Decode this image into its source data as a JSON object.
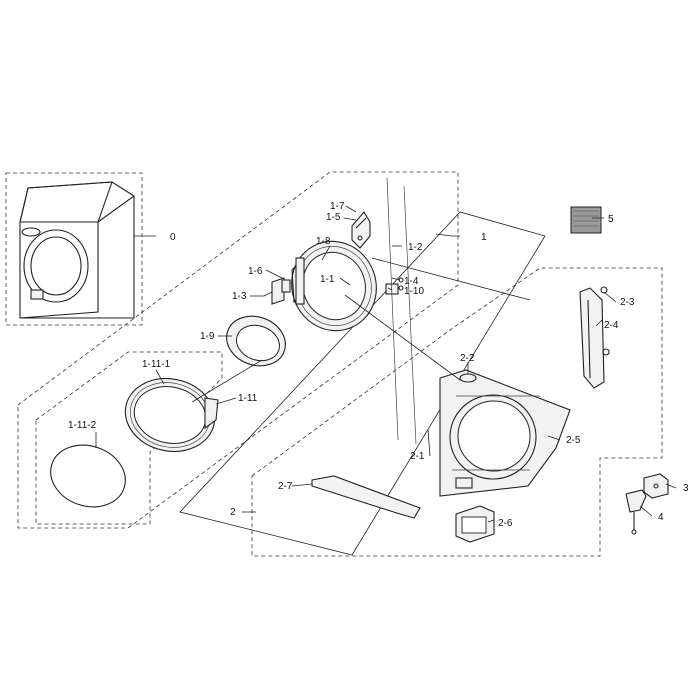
{
  "callouts": [
    {
      "id": "0",
      "text": "0"
    },
    {
      "id": "1",
      "text": "1"
    },
    {
      "id": "1-1",
      "text": "1-1"
    },
    {
      "id": "1-2",
      "text": "1-2"
    },
    {
      "id": "1-3",
      "text": "1-3"
    },
    {
      "id": "1-4",
      "text": "1-4"
    },
    {
      "id": "1-5",
      "text": "1-5"
    },
    {
      "id": "1-6",
      "text": "1-6"
    },
    {
      "id": "1-7",
      "text": "1-7"
    },
    {
      "id": "1-8",
      "text": "1-8"
    },
    {
      "id": "1-9",
      "text": "1-9"
    },
    {
      "id": "1-10",
      "text": "1-10"
    },
    {
      "id": "1-11",
      "text": "1-11"
    },
    {
      "id": "1-11-1",
      "text": "1-11-1"
    },
    {
      "id": "1-11-2",
      "text": "1-11-2"
    },
    {
      "id": "2",
      "text": "2"
    },
    {
      "id": "2-1",
      "text": "2-1"
    },
    {
      "id": "2-2",
      "text": "2-2"
    },
    {
      "id": "2-3",
      "text": "2-3"
    },
    {
      "id": "2-4",
      "text": "2-4"
    },
    {
      "id": "2-5",
      "text": "2-5"
    },
    {
      "id": "2-6",
      "text": "2-6"
    },
    {
      "id": "2-7",
      "text": "2-7"
    },
    {
      "id": "3",
      "text": "3"
    },
    {
      "id": "4",
      "text": "4"
    },
    {
      "id": "5",
      "text": "5"
    }
  ]
}
